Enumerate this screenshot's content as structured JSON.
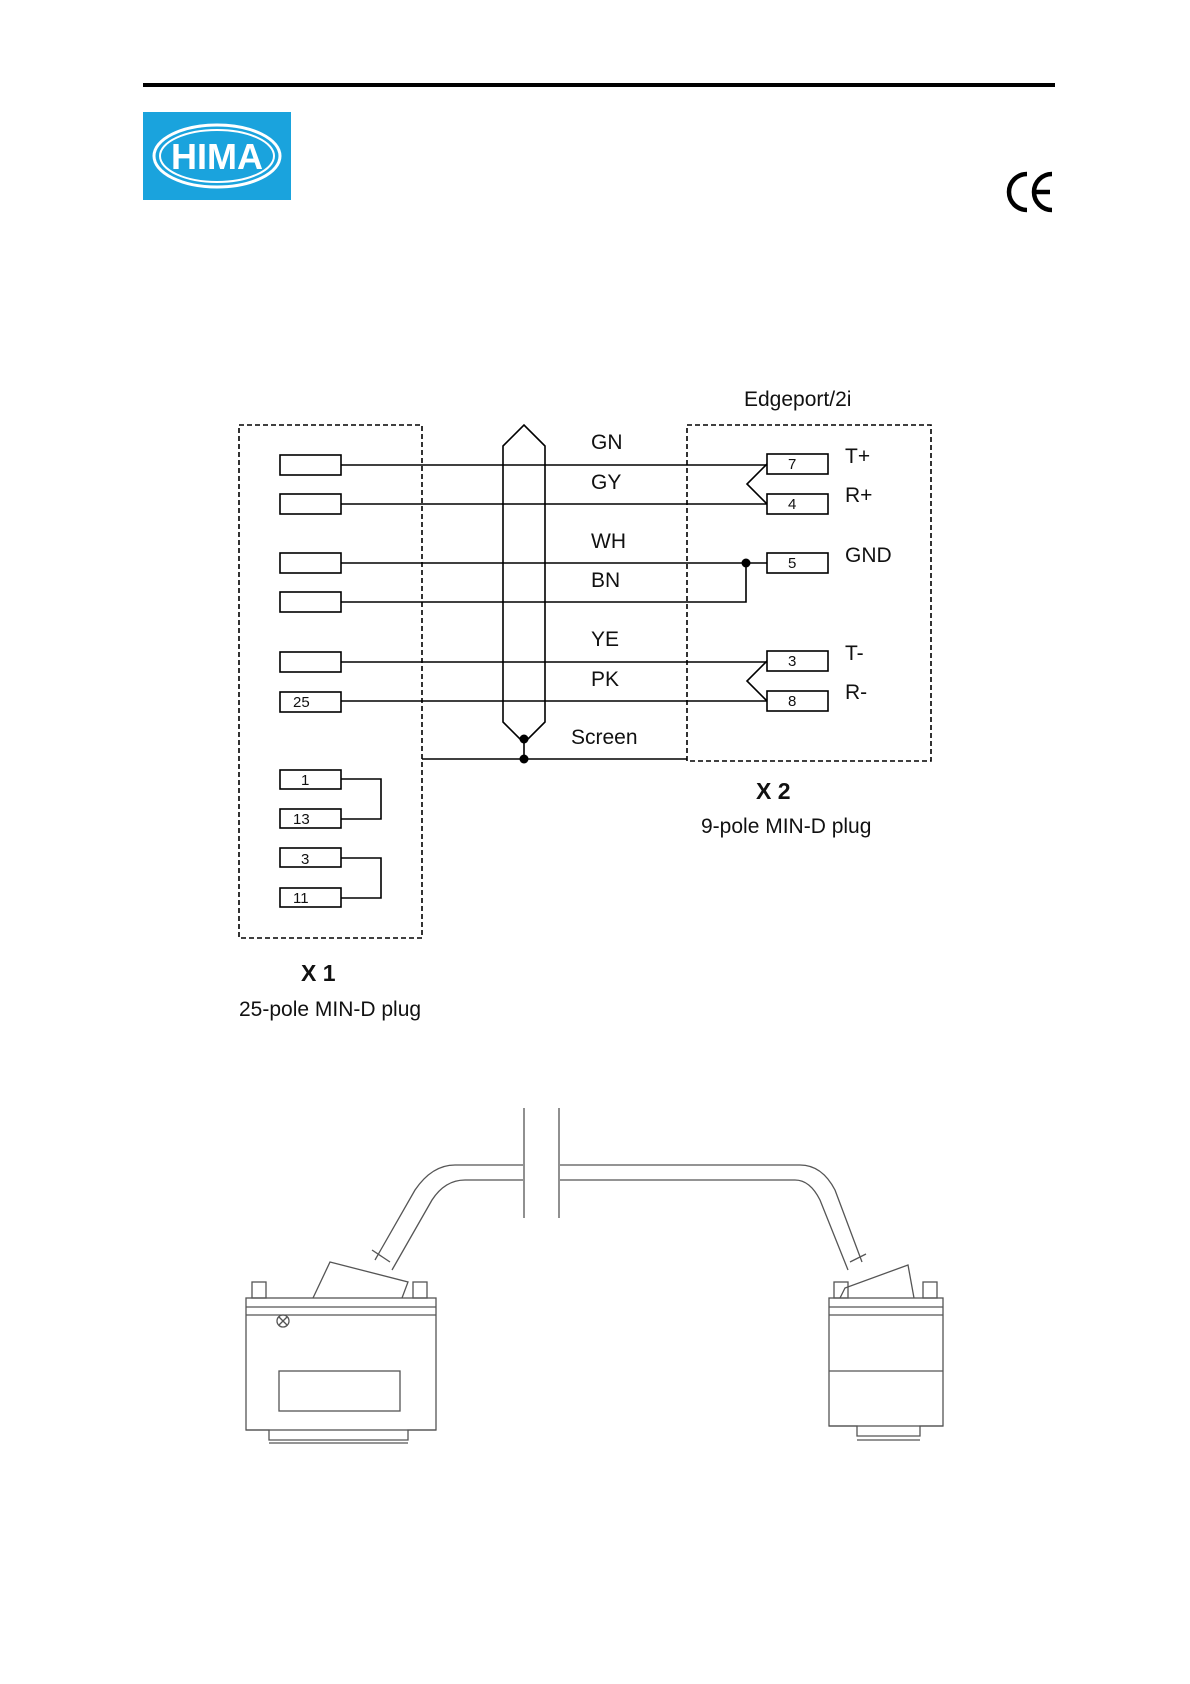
{
  "header": {
    "logo_text": "HIMA",
    "logo_color": "#1aa3dd"
  },
  "diagram": {
    "x2_title": "Edgeport/2i",
    "wires": [
      "GN",
      "GY",
      "WH",
      "BN",
      "YE",
      "PK"
    ],
    "screen_label": "Screen",
    "x1_pins": [
      "25",
      "1",
      "13",
      "3",
      "11"
    ],
    "x2_pins": [
      "7",
      "4",
      "5",
      "3",
      "8"
    ],
    "x2_signals": [
      "T+",
      "R+",
      "GND",
      "T-",
      "R-"
    ],
    "x1_name": "X 1",
    "x1_desc": "25-pole MIN-D plug",
    "x2_name": "X 2",
    "x2_desc": "9-pole MIN-D plug"
  }
}
